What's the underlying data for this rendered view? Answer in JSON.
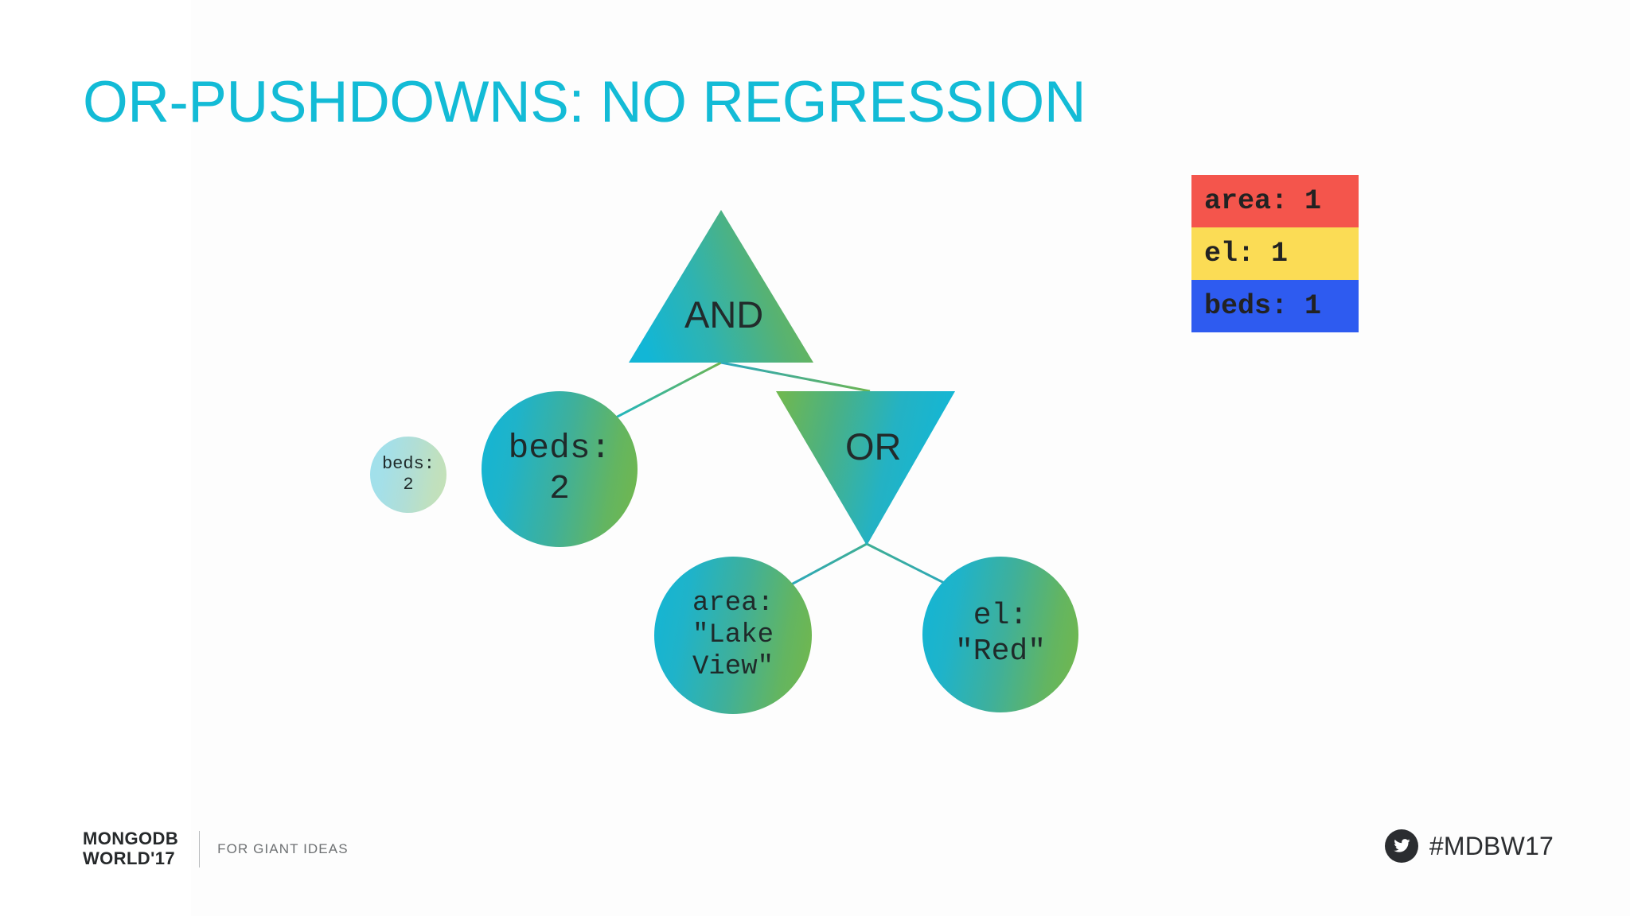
{
  "slide": {
    "title": "OR-PUSHDOWNS: NO REGRESSION",
    "title_color": "#13BBD6",
    "background": "#FFFFFF"
  },
  "legend": {
    "items": [
      {
        "label": "area: 1",
        "color": "#F4554C"
      },
      {
        "label": "el: 1",
        "color": "#FBDC55"
      },
      {
        "label": "beds: 1",
        "color": "#2E5BF0"
      }
    ]
  },
  "diagram": {
    "type": "query-plan-tree",
    "gradient_from": "#12B6D6",
    "gradient_to": "#74B84A",
    "edge_color": "#2BA8BE",
    "nodes": [
      {
        "id": "and",
        "shape": "triangle-up",
        "label": "AND"
      },
      {
        "id": "beds-ghost",
        "shape": "circle",
        "label": "beds:\n2",
        "faded": true
      },
      {
        "id": "beds",
        "shape": "circle",
        "label": "beds:\n2"
      },
      {
        "id": "or",
        "shape": "triangle-down",
        "label": "OR"
      },
      {
        "id": "area",
        "shape": "circle",
        "label": "area:\n\"Lake\nView\""
      },
      {
        "id": "el",
        "shape": "circle",
        "label": "el:\n\"Red\""
      }
    ],
    "edges": [
      {
        "from": "and",
        "to": "beds"
      },
      {
        "from": "and",
        "to": "or"
      },
      {
        "from": "or",
        "to": "area"
      },
      {
        "from": "or",
        "to": "el"
      }
    ]
  },
  "footer": {
    "logo_line1": "MONGODB",
    "logo_line2": "WORLD'17",
    "tagline": "FOR GIANT IDEAS",
    "social_handle": "#MDBW17"
  }
}
